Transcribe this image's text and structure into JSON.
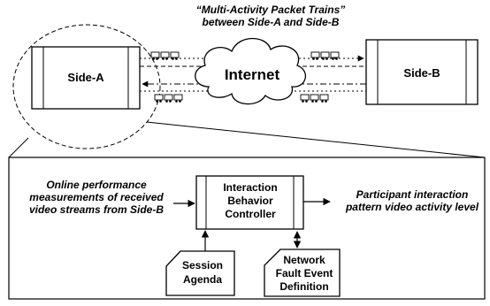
{
  "diagram": {
    "caption": [
      "“Multi-Activity Packet Trains”",
      "between Side-A and Side-B"
    ],
    "side_a_label": "Side-A",
    "side_b_label": "Side-B",
    "cloud_label": "Internet",
    "input_label": [
      "Online performance",
      "measurements of received",
      "video streams from Side-B"
    ],
    "controller_label": [
      "Interaction",
      "Behavior",
      "Controller"
    ],
    "output_label": [
      "Participant interaction",
      "pattern video activity level"
    ],
    "agenda_label": [
      "Session",
      "Agenda"
    ],
    "fault_label": [
      "Network",
      "Fault Event",
      "Definition"
    ]
  }
}
